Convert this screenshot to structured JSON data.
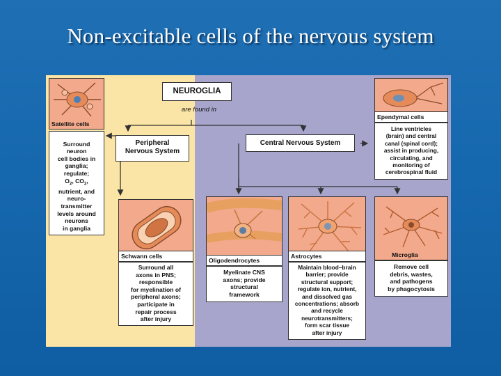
{
  "slide": {
    "title": "Non-excitable cells of the nervous system"
  },
  "diagram": {
    "root": {
      "label": "NEUROGLIA",
      "connector": "are found in"
    },
    "pns": {
      "label": "Peripheral\nNervous System"
    },
    "cns": {
      "label": "Central Nervous System"
    },
    "cells": {
      "satellite": {
        "name": "Satellite cells",
        "desc_line1": "Surround\nneuron\ncell bodies in\nganglia;\nregulate;",
        "o2co2": "O",
        "sub2a": "2",
        "co": ", CO",
        "sub2b": "2",
        "desc_line2": ",\nnutrient, and\nneuro-\ntransmitter\nlevels around\nneurons\nin ganglia"
      },
      "schwann": {
        "name": "Schwann cells",
        "desc": "Surround all\naxons in PNS;\nresponsible\nfor myelination of\nperipheral axons;\nparticipate in\nrepair process\nafter injury"
      },
      "ependymal": {
        "name": "Ependymal cells",
        "desc": "Line ventricles\n(brain) and central\ncanal (spinal cord);\nassist in producing,\ncirculating, and\nmonitoring of\ncerebrospinal fluid"
      },
      "oligodendrocytes": {
        "name": "Oligodendrocytes",
        "desc": "Myelinate CNS\naxons; provide\nstructural\nframework"
      },
      "astrocytes": {
        "name": "Astrocytes",
        "desc": "Maintain blood–brain\nbarrier; provide\nstructural support;\nregulate ion, nutrient,\nand dissolved gas\nconcentrations; absorb\nand recycle\nneurotransmitters;\nform scar tissue\nafter injury"
      },
      "microglia": {
        "name": "Microglia",
        "desc": "Remove cell\ndebris, wastes,\nand pathogens\nby phagocytosis"
      }
    }
  }
}
